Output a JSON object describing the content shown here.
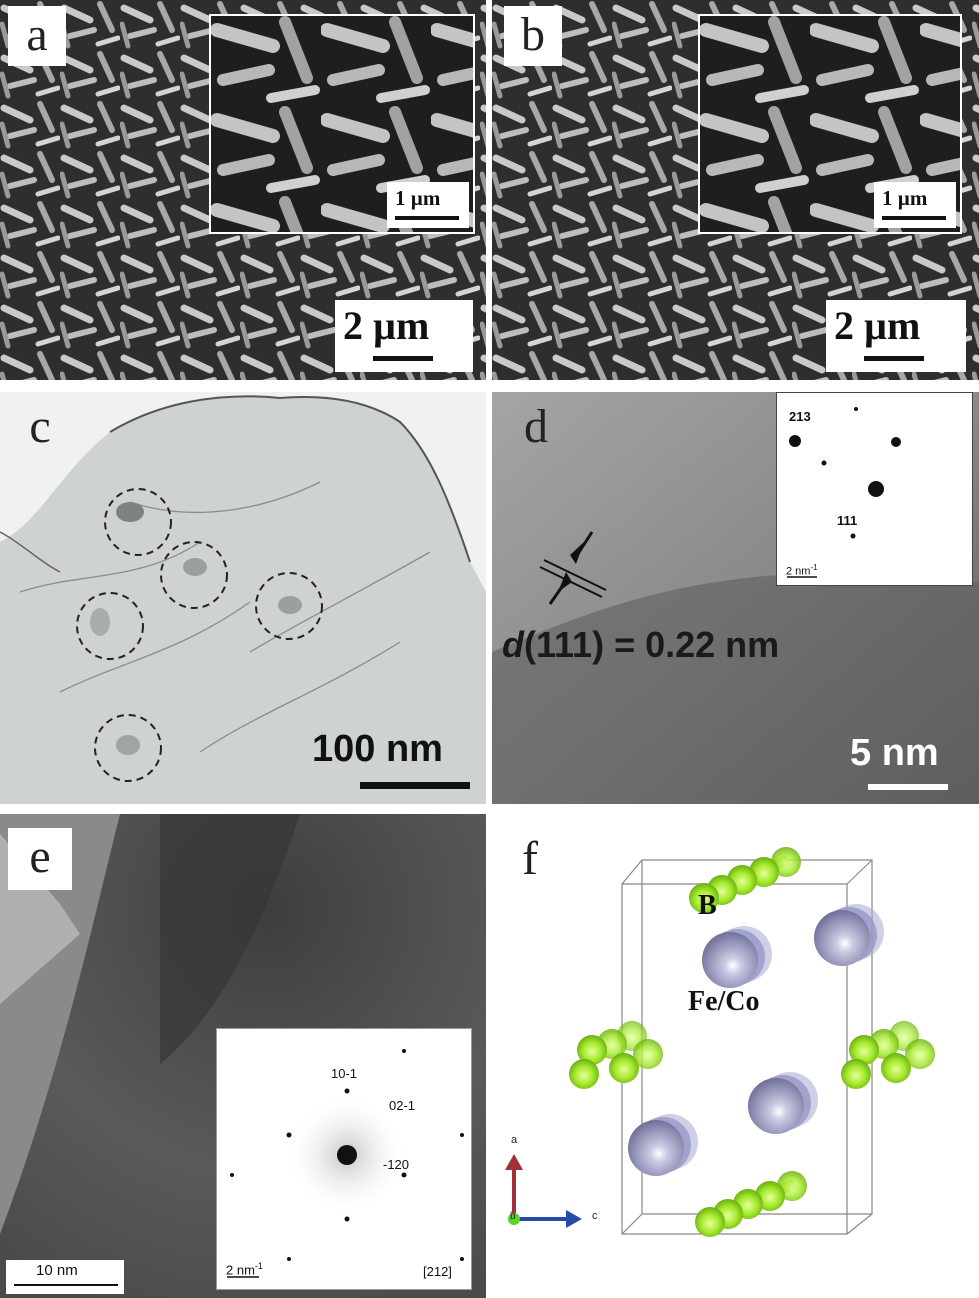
{
  "panels": {
    "a": {
      "letter": "a",
      "main_scale": "2 µm",
      "inset_scale": "1 µm"
    },
    "b": {
      "letter": "b",
      "main_scale": "2 µm",
      "inset_scale": "1 µm"
    },
    "c": {
      "letter": "c",
      "scale": "100 nm"
    },
    "d": {
      "letter": "d",
      "spacing_d": "d",
      "spacing_rest": "(111) = 0.22 nm",
      "scale": "5 nm",
      "saed": {
        "label_1": "213",
        "label_2": "111",
        "scale_base": "2 nm",
        "scale_exp": "-1"
      }
    },
    "e": {
      "letter": "e",
      "scale": "10 nm",
      "saed": {
        "label_1": "10-1",
        "label_2": "02-1",
        "label_3": "-120",
        "scale_base": "2 nm",
        "scale_exp": "-1",
        "zone_axis": "[212]"
      }
    },
    "f": {
      "letter": "f",
      "atom_b": "B",
      "atom_fe": "Fe/Co",
      "axis_a": "a",
      "axis_b": "b",
      "axis_c": "c"
    }
  },
  "colors": {
    "boron": "#8fe02a",
    "fe_co": "#8e8fbf",
    "axis_a": "#a0303a",
    "axis_c": "#2a4aa8"
  }
}
